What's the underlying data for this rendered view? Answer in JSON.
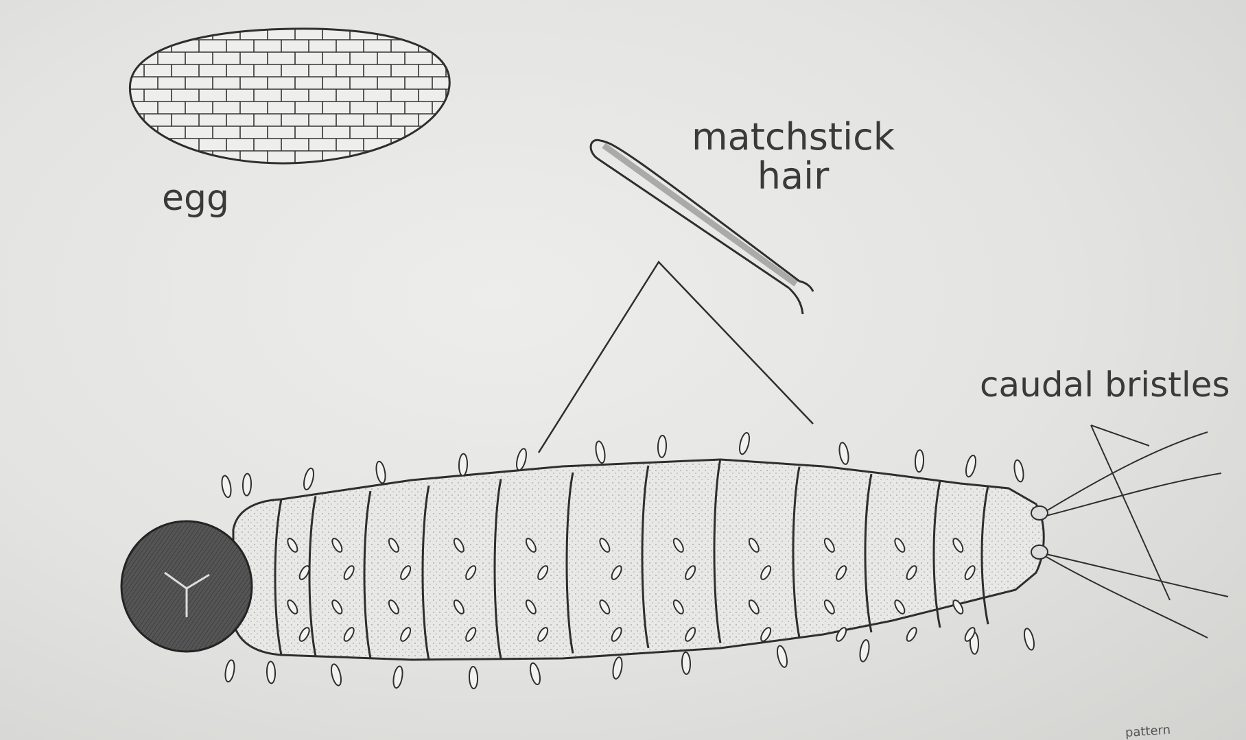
{
  "labels": {
    "egg": "egg",
    "matchstick_line1": "matchstick",
    "matchstick_line2": "hair",
    "caudal_bristles": "caudal bristles",
    "corner_fragment": "pattern"
  },
  "colors": {
    "paper": "#e6e6e4",
    "ink": "#2e2e2e",
    "head_fill": "#555555"
  }
}
